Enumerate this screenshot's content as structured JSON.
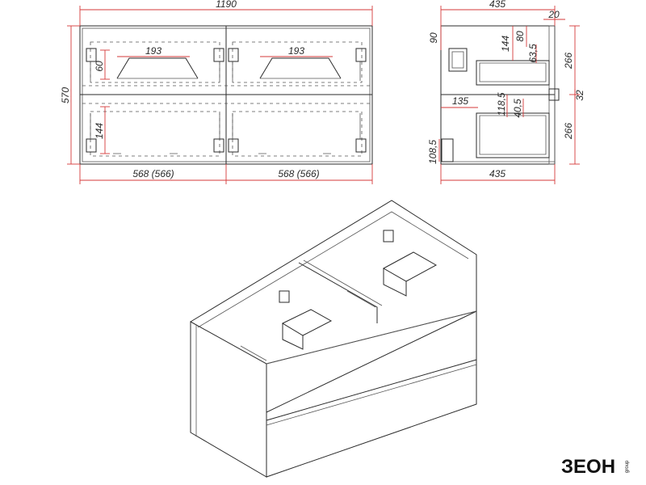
{
  "front_view": {
    "overall_width": "1190",
    "overall_height": "570",
    "handle_gap_top": "60",
    "handle_gap_bottom": "144",
    "cutout_left": "193",
    "cutout_right": "193",
    "drawer_left_width": "568 (566)",
    "drawer_right_width": "568 (566)"
  },
  "side_view": {
    "depth_top": "435",
    "back_gap": "20",
    "top_offset": "90",
    "siphon_144": "144",
    "siphon_80": "80",
    "siphon_63_5": "63,5",
    "drawer_top_height": "266",
    "middle_gap": "32",
    "drawer_bottom_height": "266",
    "cutout_depth": "135",
    "cutout_118_5": "118,5",
    "cutout_40_5": "40,5",
    "base_height": "108,5",
    "depth_bottom": "435"
  },
  "logo": {
    "brand": "ЗЕОН",
    "sub": "group",
    "color": "#111111"
  }
}
